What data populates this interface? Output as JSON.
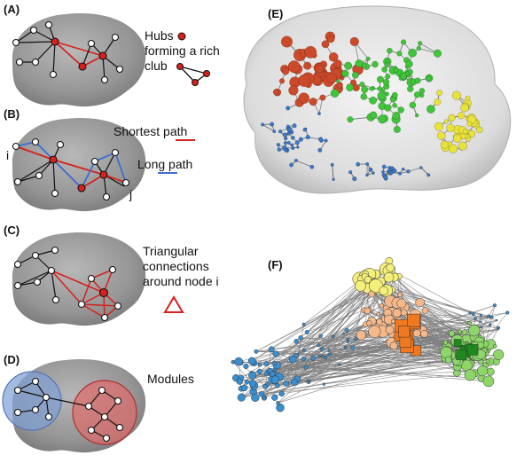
{
  "panels": {
    "A": {
      "label": "(A)",
      "text_lines": [
        "Hubs",
        "forming a rich",
        "club"
      ]
    },
    "B": {
      "label": "(B)",
      "shortest_label": "Shortest path",
      "long_label": "Long path",
      "node_i": "i",
      "node_j": "j"
    },
    "C": {
      "label": "(C)",
      "text_lines": [
        "Triangular",
        "connections",
        "around node i"
      ]
    },
    "D": {
      "label": "(D)",
      "text": "Modules"
    },
    "E": {
      "label": "(E)"
    },
    "F": {
      "label": "(F)"
    }
  },
  "colors": {
    "brain": "#9a9a9a",
    "node_fill": "#ffffff",
    "edge": "#111111",
    "red": "#d8201c",
    "blue": "#3b6fd1",
    "module_blue": "#7f9fd6",
    "module_red": "#e06a6a",
    "e_red": "#cc4a2a",
    "e_green": "#3fc43a",
    "e_yellow": "#e8e23a",
    "e_blue": "#3a78c8",
    "f_orange": "#f07820",
    "f_peach": "#f5b88a",
    "f_yellow": "#f4ef7a",
    "f_green": "#8ed66a",
    "f_darkgreen": "#1e8a1e",
    "f_blue": "#3a8fd0"
  }
}
